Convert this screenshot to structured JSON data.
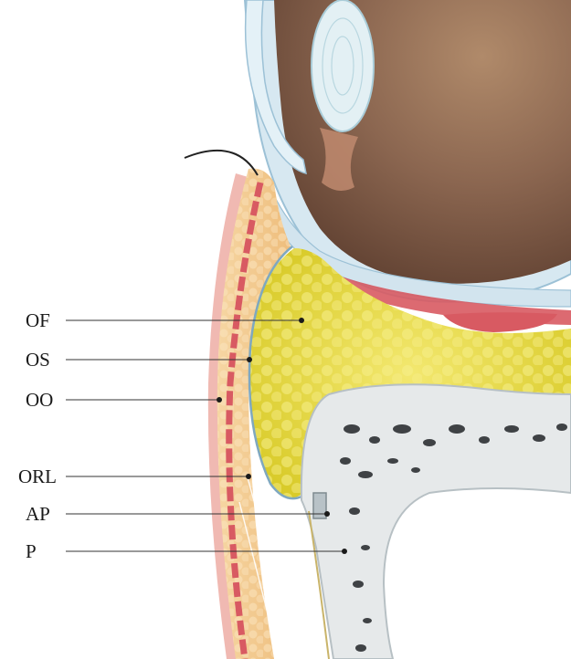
{
  "labels": [
    {
      "key": "of",
      "text": "OF"
    },
    {
      "key": "os",
      "text": "OS"
    },
    {
      "key": "oo",
      "text": "OO"
    },
    {
      "key": "orl",
      "text": "ORL"
    },
    {
      "key": "ap",
      "text": "AP"
    },
    {
      "key": "p",
      "text": "P"
    }
  ],
  "colors": {
    "fat_yellow": "#e9de3c",
    "soft_tissue": "#f3c98e",
    "muscle_red": "#d85a62",
    "bone": "#e6e9ea",
    "marrow": "#3f4245",
    "globe_interior": "#8b6650",
    "sclera": "#cfe3ee",
    "skin_pink": "#f0b9b2"
  }
}
